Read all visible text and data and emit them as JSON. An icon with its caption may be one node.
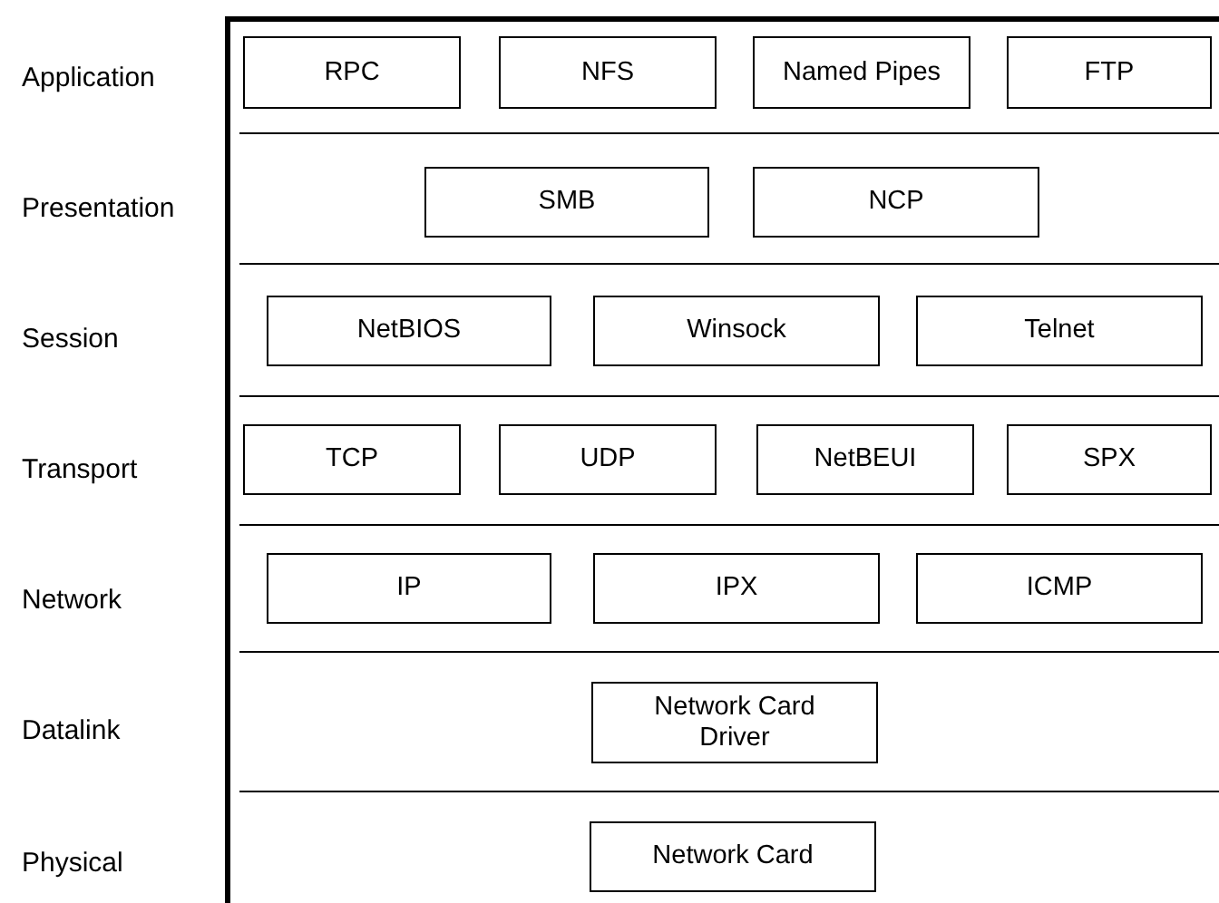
{
  "diagram": {
    "nodes": [
      {
        "text": [
          "Application"
        ]
      },
      {
        "text": [
          "RPC"
        ],
        "in": 0
      },
      {
        "text": [
          "NFS"
        ],
        "in": 0
      },
      {
        "text": [
          "Named Pipes"
        ],
        "in": 0
      },
      {
        "text": [
          "FTP"
        ],
        "in": 0
      },
      {
        "text": [
          "Presentation"
        ]
      },
      {
        "text": [
          "SMB"
        ],
        "in": 5
      },
      {
        "text": [
          "NCP"
        ],
        "in": 5
      },
      {
        "text": [
          "Session"
        ]
      },
      {
        "text": [
          "NetBIOS"
        ],
        "in": 8
      },
      {
        "text": [
          "Winsock"
        ],
        "in": 8
      },
      {
        "text": [
          "Telnet"
        ],
        "in": 8
      },
      {
        "text": [
          "Transport"
        ]
      },
      {
        "text": [
          "TCP"
        ],
        "in": 12
      },
      {
        "text": [
          "UDP"
        ],
        "in": 12
      },
      {
        "text": [
          "NetBEUI"
        ],
        "in": 12
      },
      {
        "text": [
          "SPX"
        ],
        "in": 12
      },
      {
        "text": [
          "Network"
        ]
      },
      {
        "text": [
          "IP"
        ],
        "in": 17
      },
      {
        "text": [
          "IPX"
        ],
        "in": 17
      },
      {
        "text": [
          "ICMP"
        ],
        "in": 17
      },
      {
        "text": [
          "Datalink"
        ]
      },
      {
        "text": [
          "Network Card Driver"
        ],
        "in": 21
      },
      {
        "text": [
          "Physical"
        ]
      },
      {
        "text": [
          "Network Card"
        ],
        "in": 23
      }
    ],
    "edges": []
  }
}
